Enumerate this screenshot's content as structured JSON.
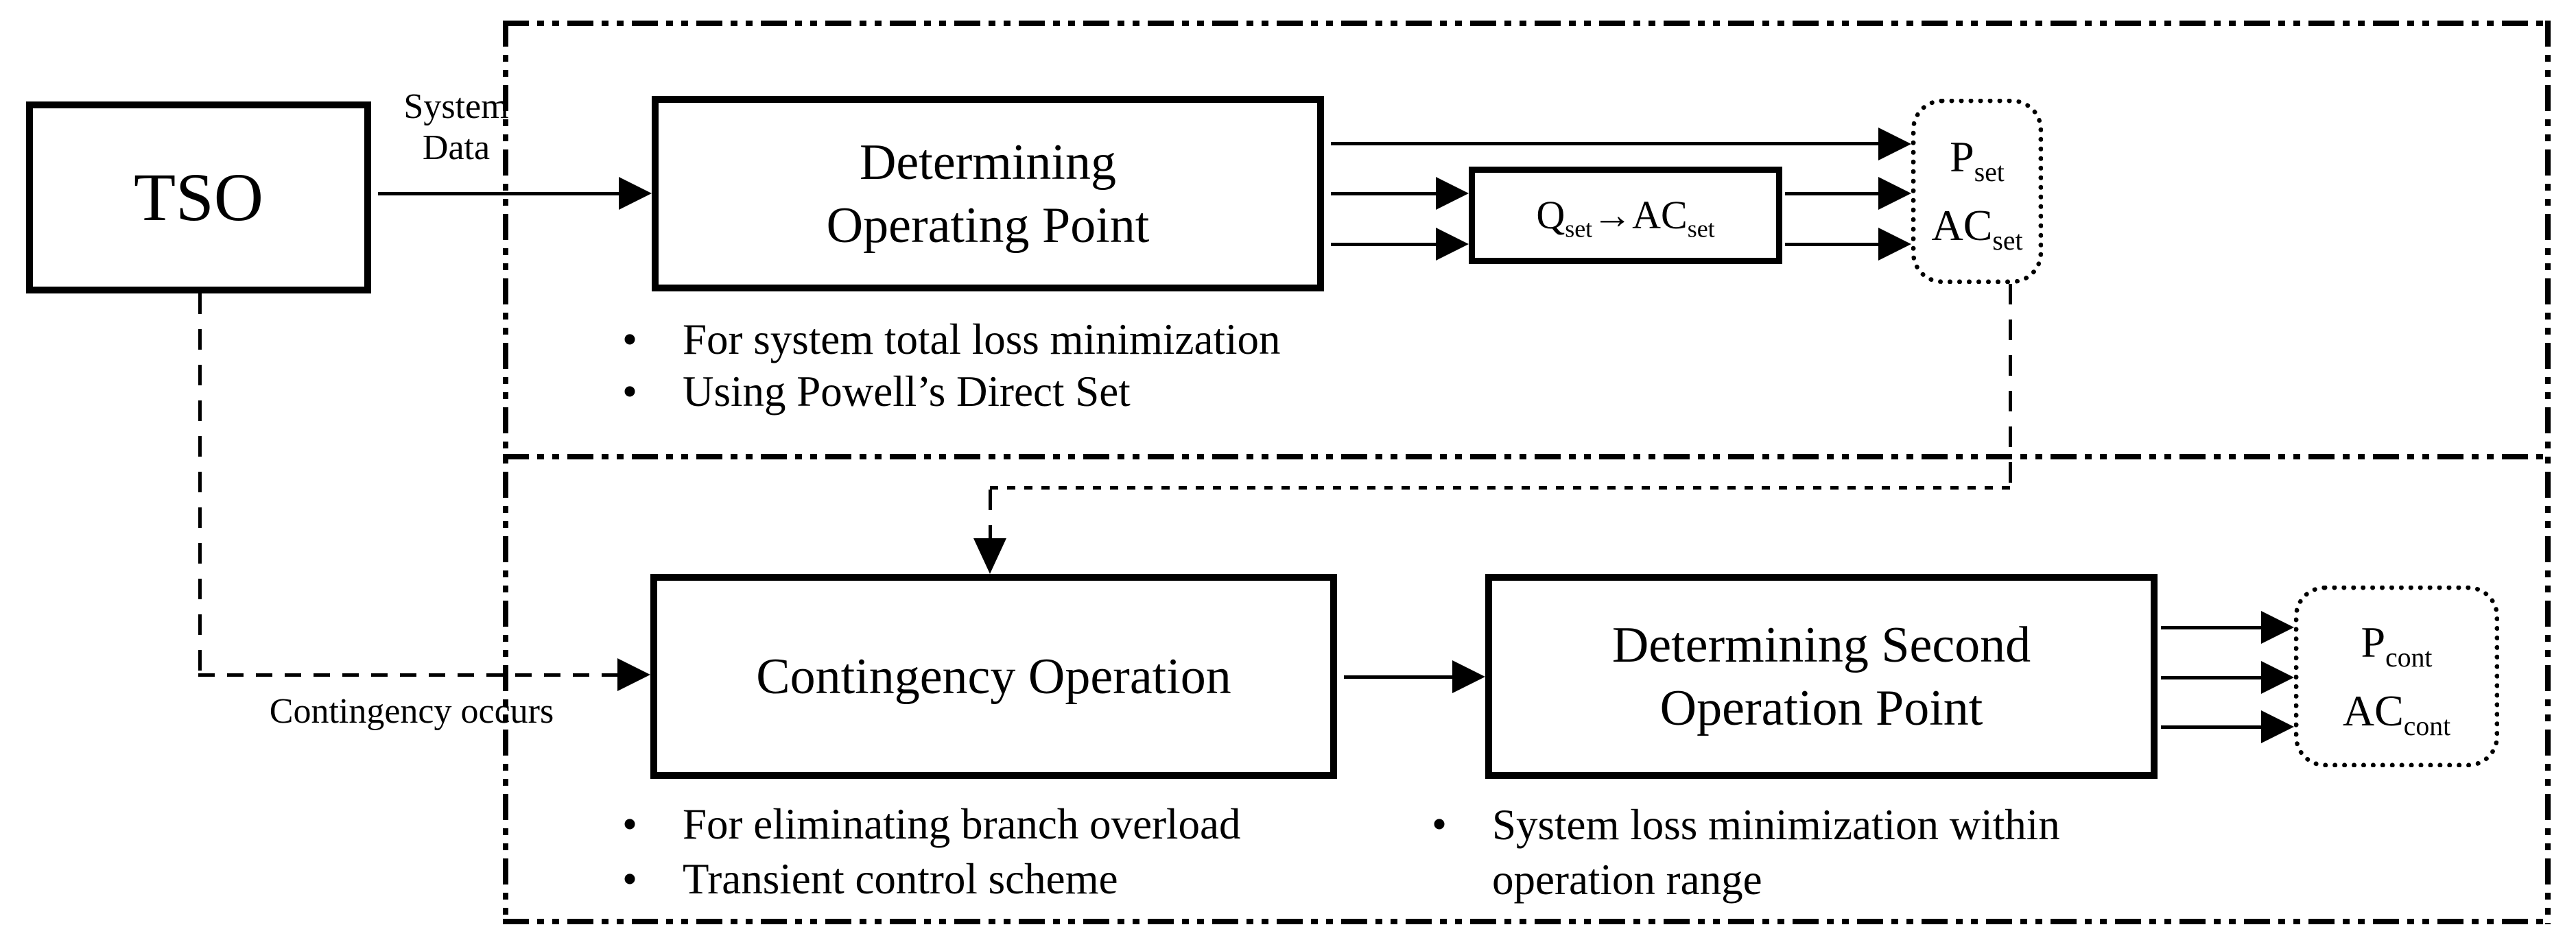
{
  "ui": {
    "bullet_char": "•"
  },
  "colors": {
    "ink": "#000000",
    "paper": "#ffffff"
  },
  "tso": {
    "label": "TSO"
  },
  "labels": {
    "system_data_line1": "System",
    "system_data_line2": "Data",
    "contingency_occurs": "Contingency occurs"
  },
  "stage1": {
    "box_line1": "Determining",
    "box_line2": "Operating Point",
    "qac": {
      "q": "Q",
      "q_sub": "set",
      "arrow": "→",
      "ac": "AC",
      "ac_sub": "set"
    },
    "output": {
      "p": "P",
      "p_sub": "set",
      "ac": "AC",
      "ac_sub": "set"
    },
    "bullets": [
      "For system total loss minimization",
      "Using Powell’s Direct Set"
    ]
  },
  "stage2": {
    "box1_label": "Contingency Operation",
    "box2_line1": "Determining Second",
    "box2_line2": "Operation Point",
    "output": {
      "p": "P",
      "p_sub": "cont",
      "ac": "AC",
      "ac_sub": "cont"
    },
    "bullets_box1": [
      "For eliminating branch overload",
      "Transient control scheme"
    ],
    "bullets_box2": [
      "System loss minimization within operation range"
    ]
  }
}
